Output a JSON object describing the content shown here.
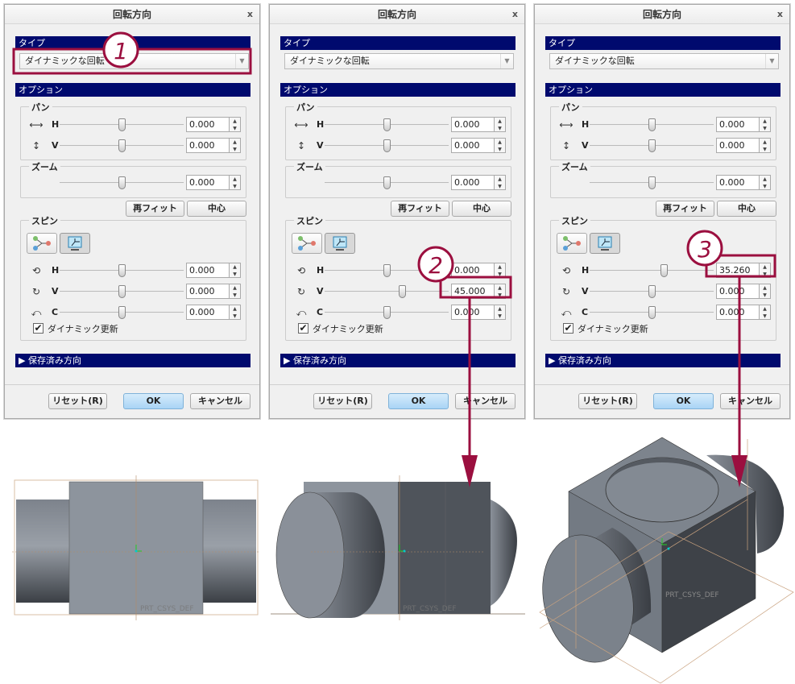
{
  "colors": {
    "accent": "#9b0f3f",
    "section": "#000a6e"
  },
  "dialogs": [
    {
      "title": "回転方向",
      "close": "x",
      "type_section": "タイプ",
      "type_value": "ダイナミックな回転",
      "options_section": "オプション",
      "pan_label": "パン",
      "pan_h_label": "H",
      "pan_h": "0.000",
      "pan_v_label": "V",
      "pan_v": "0.000",
      "zoom_label": "ズーム",
      "zoom": "0.000",
      "refit": "再フィット",
      "center": "中心",
      "spin_label": "スピン",
      "spin_h_label": "H",
      "spin_h": "0.000",
      "spin_v_label": "V",
      "spin_v": "0.000",
      "spin_c_label": "C",
      "spin_c": "0.000",
      "spin_values": [
        0,
        0,
        0
      ],
      "spin_range": [
        -180,
        180
      ],
      "dynamic_update": "ダイナミック更新",
      "dynamic_checked": true,
      "saved_section": "保存済み方向",
      "reset": "リセット(R)",
      "ok": "OK",
      "cancel": "キャンセル"
    },
    {
      "title": "回転方向",
      "close": "x",
      "type_section": "タイプ",
      "type_value": "ダイナミックな回転",
      "options_section": "オプション",
      "pan_label": "パン",
      "pan_h_label": "H",
      "pan_h": "0.000",
      "pan_v_label": "V",
      "pan_v": "0.000",
      "zoom_label": "ズーム",
      "zoom": "0.000",
      "refit": "再フィット",
      "center": "中心",
      "spin_label": "スピン",
      "spin_h_label": "H",
      "spin_h": "0.000",
      "spin_v_label": "V",
      "spin_v": "45.000",
      "spin_c_label": "C",
      "spin_c": "0.000",
      "spin_values": [
        0,
        45,
        0
      ],
      "spin_range": [
        -180,
        180
      ],
      "dynamic_update": "ダイナミック更新",
      "dynamic_checked": true,
      "saved_section": "保存済み方向",
      "reset": "リセット(R)",
      "ok": "OK",
      "cancel": "キャンセル"
    },
    {
      "title": "回転方向",
      "close": "x",
      "type_section": "タイプ",
      "type_value": "ダイナミックな回転",
      "options_section": "オプション",
      "pan_label": "パン",
      "pan_h_label": "H",
      "pan_h": "0.000",
      "pan_v_label": "V",
      "pan_v": "0.000",
      "zoom_label": "ズーム",
      "zoom": "0.000",
      "refit": "再フィット",
      "center": "中心",
      "spin_label": "スピン",
      "spin_h_label": "H",
      "spin_h": "35.260",
      "spin_v_label": "V",
      "spin_v": "0.000",
      "spin_c_label": "C",
      "spin_c": "0.000",
      "spin_values": [
        35.26,
        0,
        0
      ],
      "spin_range": [
        -180,
        180
      ],
      "dynamic_update": "ダイナミック更新",
      "dynamic_checked": true,
      "saved_section": "保存済み方向",
      "reset": "リセット(R)",
      "ok": "OK",
      "cancel": "キャンセル"
    }
  ],
  "callouts": [
    "1",
    "2",
    "3"
  ],
  "csys_label": "PRT_CSYS_DEF"
}
